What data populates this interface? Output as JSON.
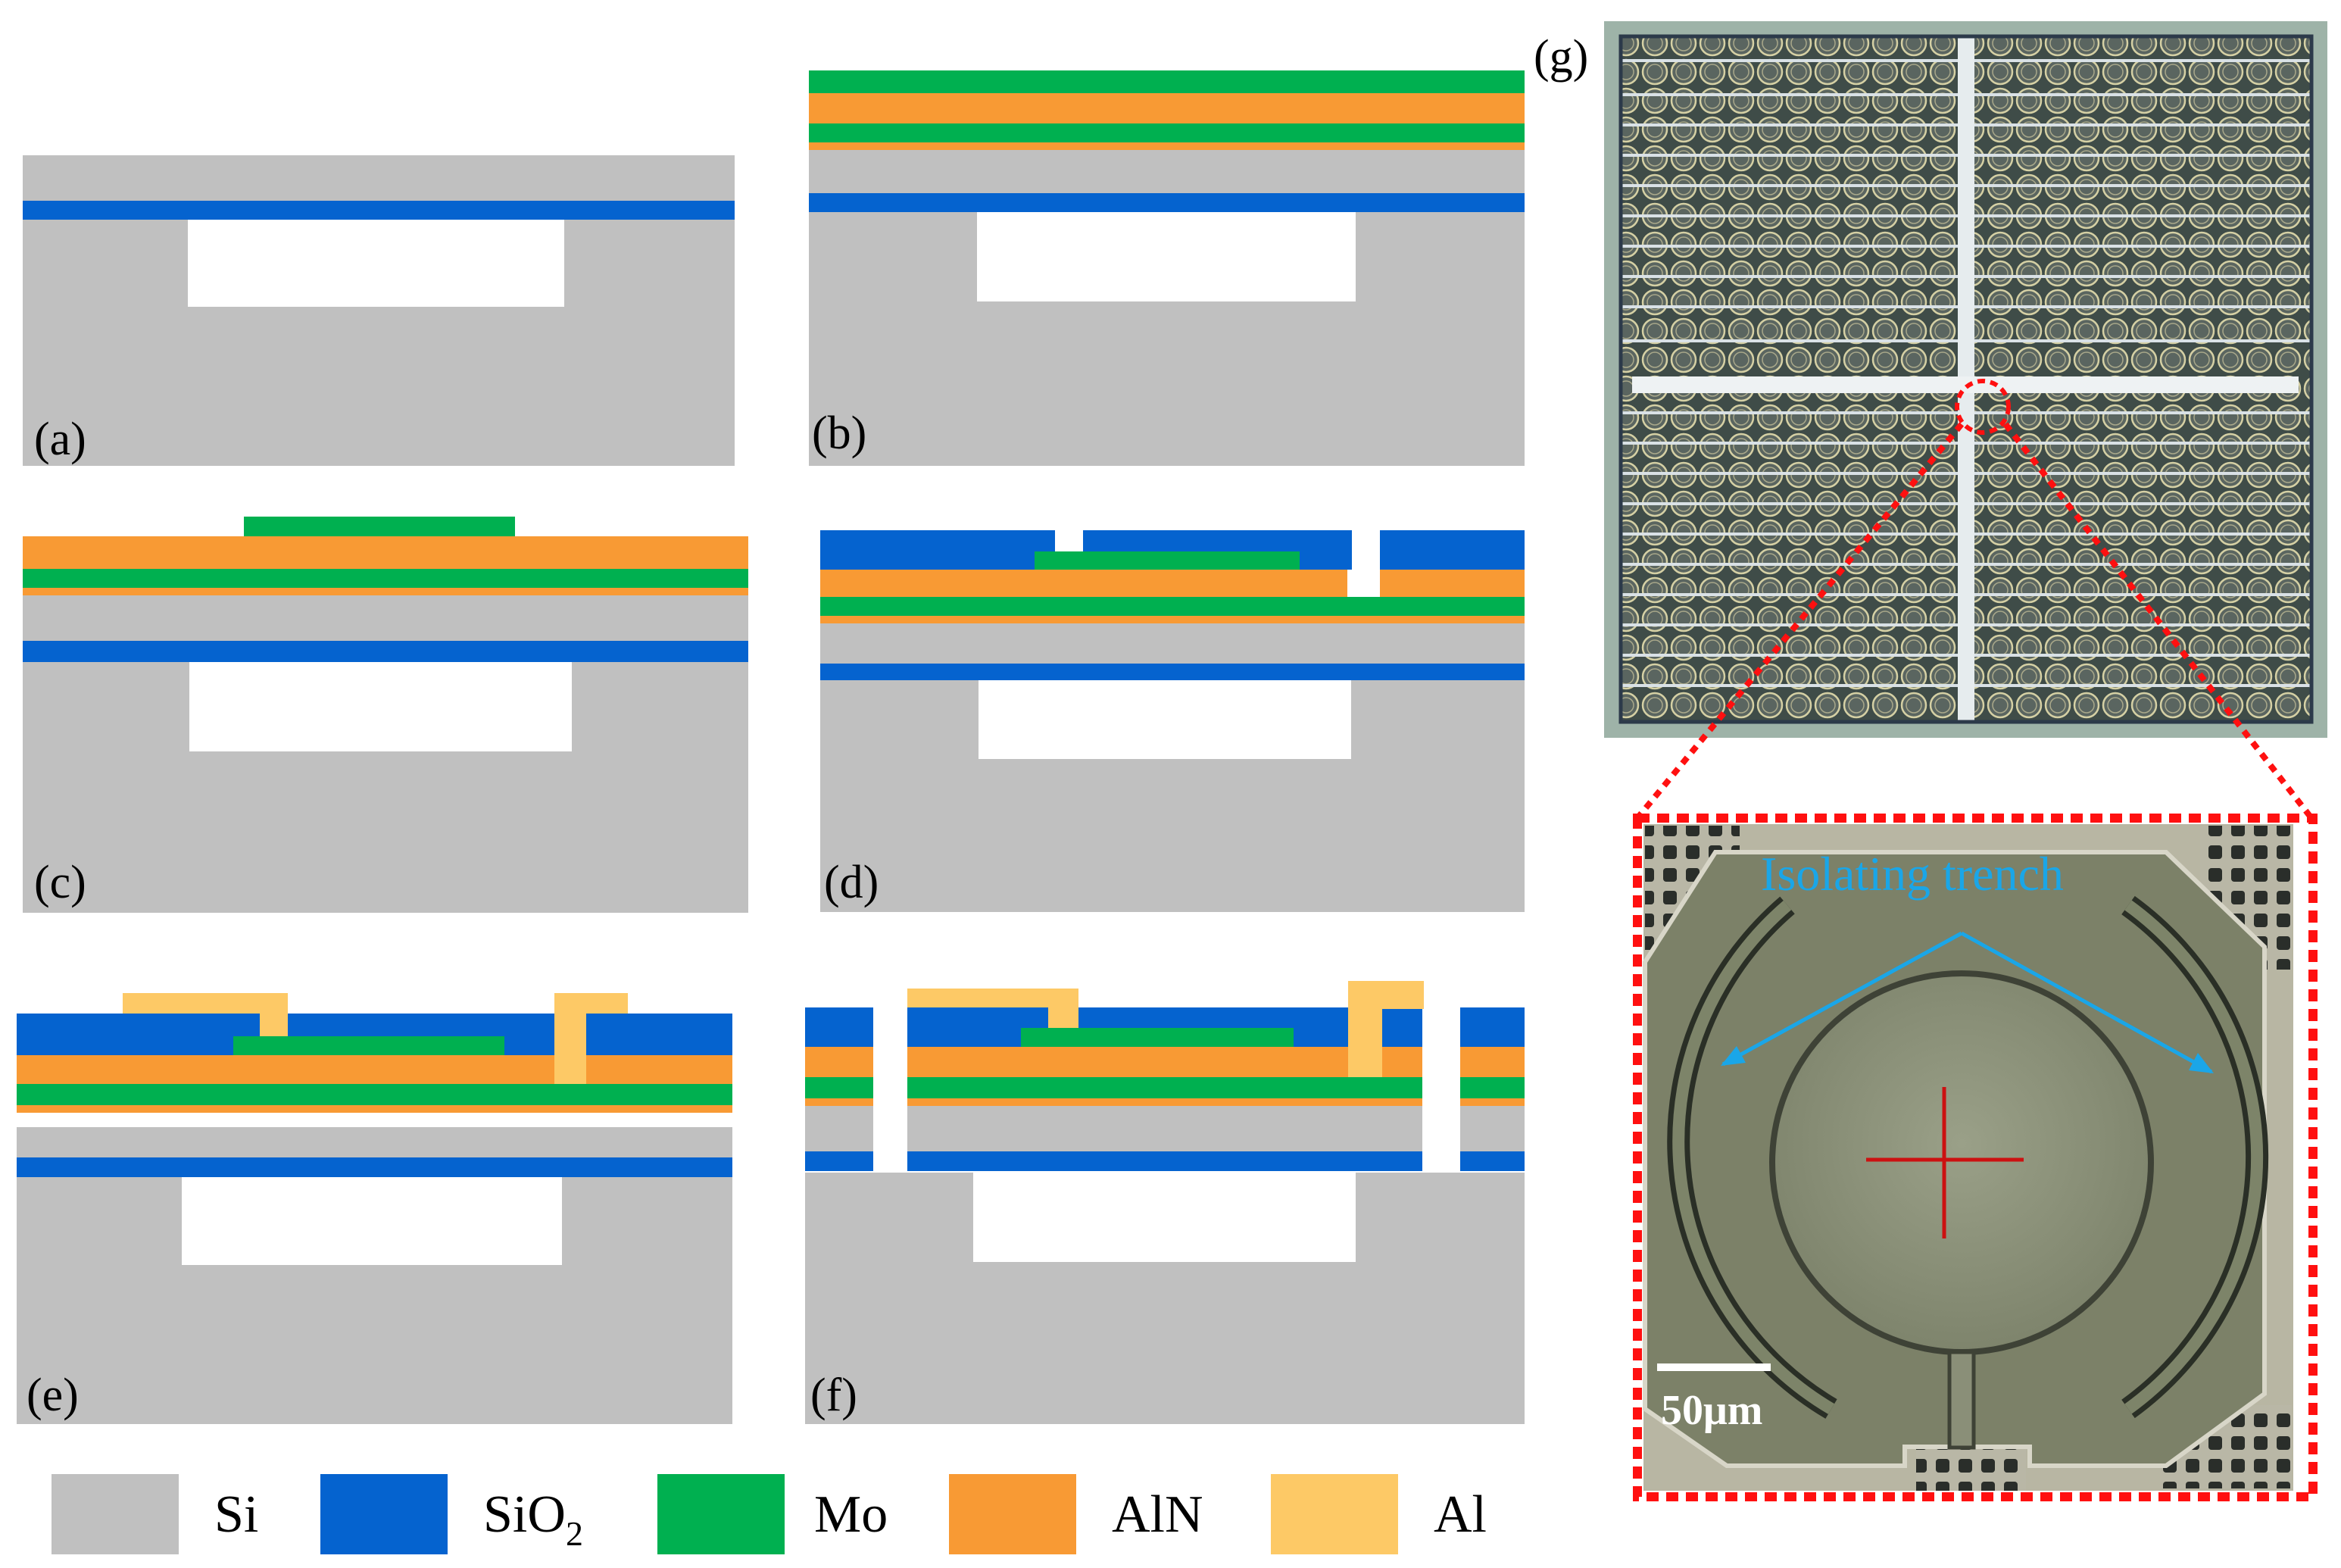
{
  "panels": {
    "a": "(a)",
    "b": "(b)",
    "c": "(c)",
    "d": "(d)",
    "e": "(e)",
    "f": "(f)",
    "g": "(g)"
  },
  "legend": [
    {
      "key": "si",
      "label": "Si",
      "color": "#c0c0c0"
    },
    {
      "key": "sio2",
      "label": "SiO",
      "subscript": "2",
      "color": "#0563cf"
    },
    {
      "key": "mo",
      "label": "Mo",
      "color": "#00b050"
    },
    {
      "key": "aln",
      "label": "AlN",
      "color": "#f89a34"
    },
    {
      "key": "al",
      "label": "Al",
      "color": "#fdc966"
    }
  ],
  "annotation": {
    "text": "Isolating trench",
    "color": "#1aa6e8"
  },
  "scale_bar": {
    "label": "50μm"
  },
  "colors": {
    "si": "#c0c0c0",
    "sio2": "#0563cf",
    "mo": "#00b050",
    "aln": "#f89a34",
    "al": "#fdc966",
    "zoom_box": "#ff1010",
    "chip": "#3d4a45",
    "grid": "#e6ecee",
    "circles": "#d5d0a4",
    "membrane": "#848a72",
    "crosshair": "#cc1111"
  }
}
